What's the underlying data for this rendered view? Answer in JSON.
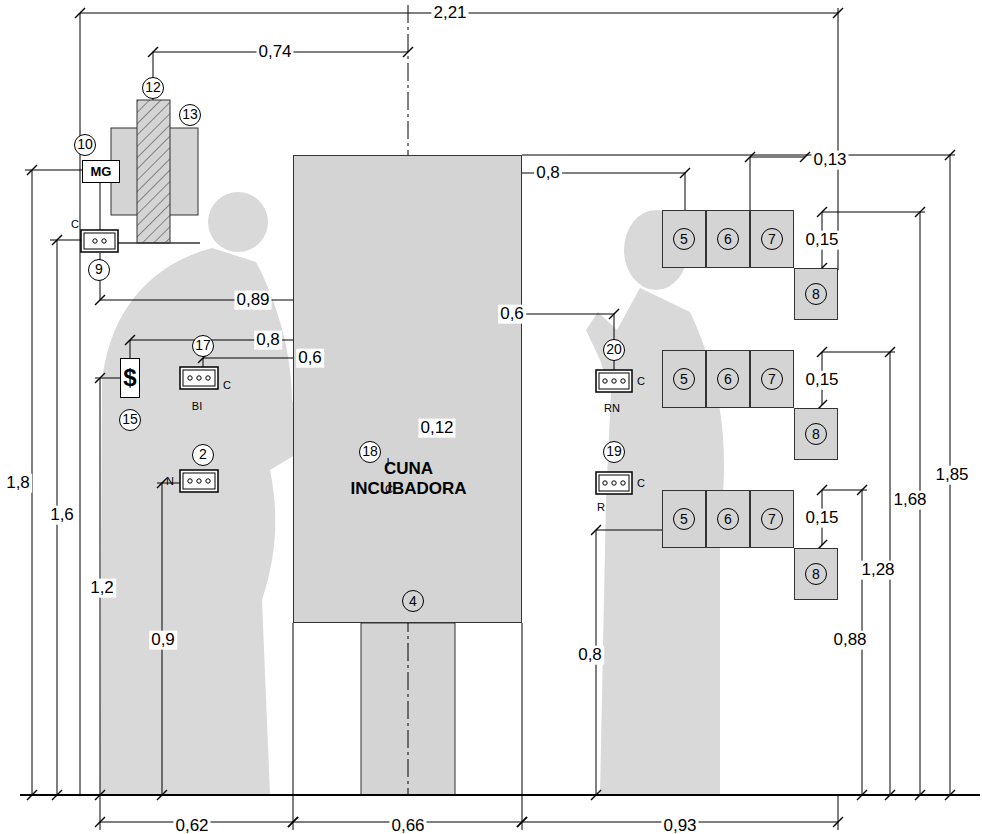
{
  "diagram": {
    "nodes": [
      {
        "text": [
          "CUNA INCUBADORA",
          "4"
        ]
      },
      {
        "text": [
          "MG"
        ]
      },
      {
        "text": [
          "$"
        ]
      },
      {
        "text": [
          "5"
        ]
      },
      {
        "text": [
          "6"
        ]
      },
      {
        "text": [
          "7"
        ]
      },
      {
        "text": [
          "8"
        ]
      },
      {
        "text": [
          "5"
        ]
      },
      {
        "text": [
          "6"
        ]
      },
      {
        "text": [
          "7"
        ]
      },
      {
        "text": [
          "8"
        ]
      },
      {
        "text": [
          "5"
        ]
      },
      {
        "text": [
          "6"
        ]
      },
      {
        "text": [
          "7"
        ]
      },
      {
        "text": [
          "8"
        ]
      }
    ],
    "labels": [
      "2,21",
      "0,74",
      "0,8",
      "0,13",
      "0,15",
      "0,89",
      "0,6",
      "0,8",
      "0,6",
      "0,15",
      "0,12",
      "0,15",
      "1,8",
      "1,6",
      "1,2",
      "0,9",
      "0,8",
      "0,88",
      "1,28",
      "1,68",
      "1,85",
      "0,62",
      "0,66",
      "0,93",
      "12",
      "13",
      "10",
      "9",
      "17",
      "15",
      "2",
      "18",
      "20",
      "19",
      "C",
      "C",
      "BI",
      "N",
      "I",
      "C",
      "C",
      "RN",
      "C",
      "R"
    ]
  }
}
